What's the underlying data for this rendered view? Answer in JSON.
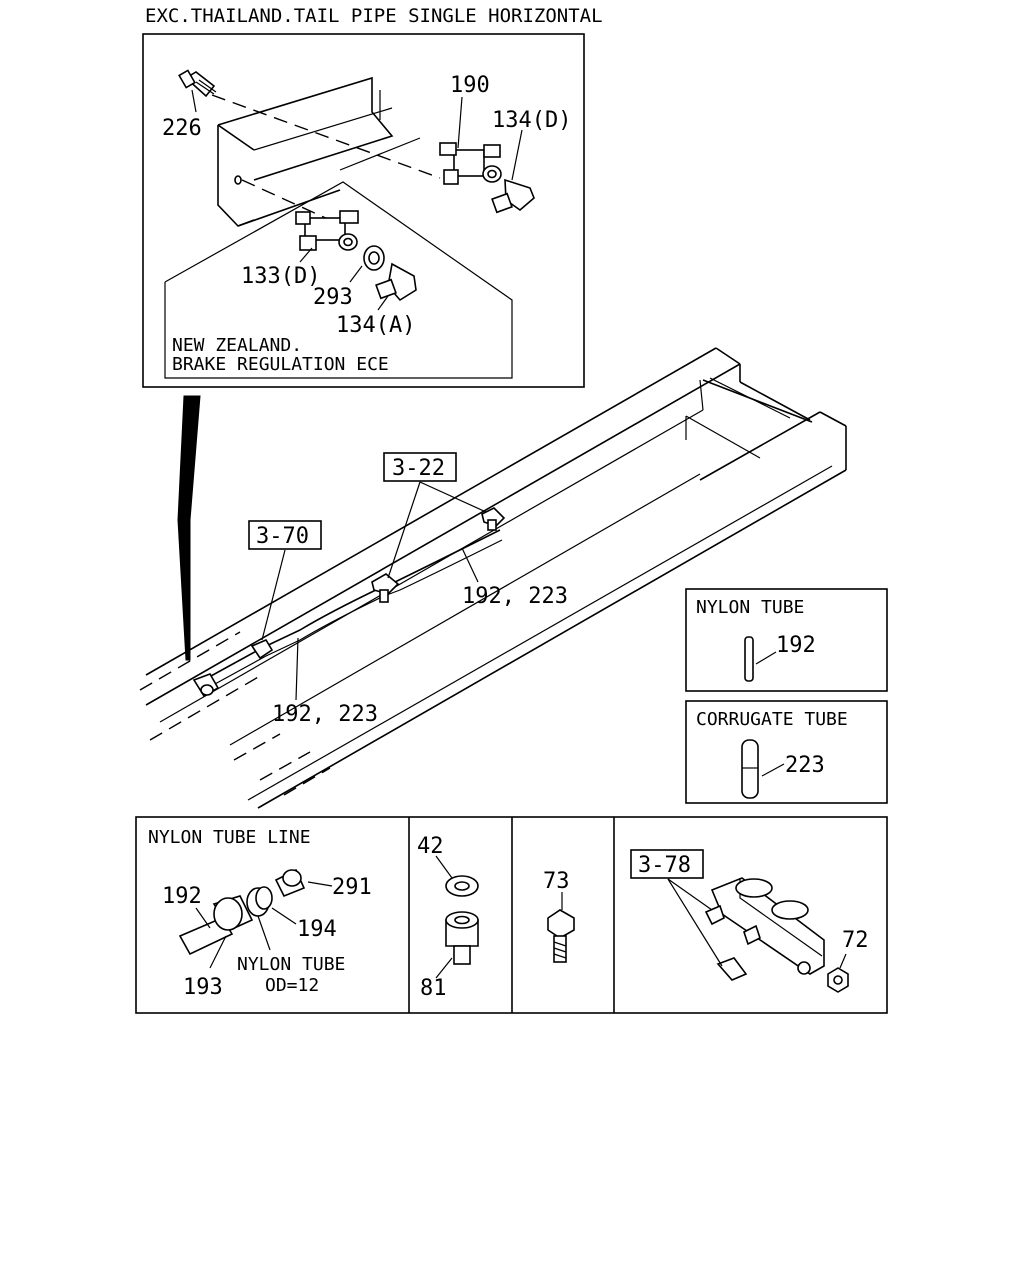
{
  "header": {
    "title": "EXC.THAILAND.TAIL PIPE SINGLE HORIZONTAL"
  },
  "inset_top": {
    "parts": [
      "226",
      "190",
      "134(D)",
      "133(D)",
      "293",
      "134(A)"
    ],
    "note_line1": "NEW ZEALAND.",
    "note_line2": "BRAKE REGULATION ECE"
  },
  "main": {
    "ref_3_22": "3-22",
    "ref_3_70": "3-70",
    "label_upper": "192, 223",
    "label_lower": "192, 223"
  },
  "legend_nylon": {
    "title": "NYLON TUBE",
    "part": "192"
  },
  "legend_corrugate": {
    "title": "CORRUGATE TUBE",
    "part": "223"
  },
  "bottom": {
    "nylon_line": {
      "title": "NYLON TUBE LINE",
      "p192": "192",
      "p291": "291",
      "p194": "194",
      "p193": "193",
      "note1": "NYLON TUBE",
      "note2": "OD=12"
    },
    "washer": {
      "p42": "42",
      "p81": "81"
    },
    "bolt": {
      "p73": "73"
    },
    "bracket": {
      "ref": "3-78",
      "p72": "72"
    }
  }
}
